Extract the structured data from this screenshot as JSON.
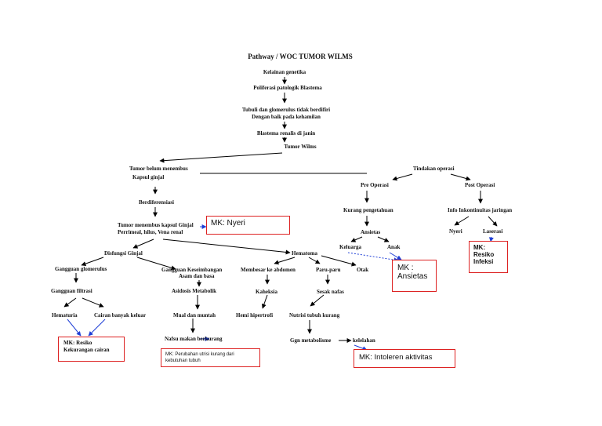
{
  "title": "Pathway / WOC TUMOR WILMS",
  "nodes": {
    "kelainan": "Kelainan genetika",
    "poliferasi": "Poliferasi patologik Blastema",
    "tubuli_1": "Tubuli dan glomerulus tidak berdifiri",
    "tubuli_2": "Dengan baik pada kehamilan",
    "blastema": "Blastema renalis di janin",
    "tumor_wilms": "Tumor Wilms",
    "belum_1": "Tumor belum menembus",
    "belum_2": "Kapsul ginjal",
    "berdiferensiasi": "Berdiferensiasi",
    "menembus_1": "Tumor menembus kapsul Ginjal",
    "menembus_2": "Perrimeal, hilus, Vena renal",
    "disfungsi": "Disfungsi Ginjal",
    "gangguan_glom": "Gangguan glomerulus",
    "gangguan_filtrasi": "Gangguan filtrasi",
    "hematuria": "Hematuria",
    "cairan_keluar": "Cairan banyak keluar",
    "gangguan_keseimbangan_1": "Gangguan Keseimbangan",
    "gangguan_keseimbangan_2": "Asam dan basa",
    "asidosis": "Asidosis Metabolik",
    "mual": "Mual dan muntah",
    "nafsu": "Nafsu makan berkurang",
    "hematoma": "Hematoma",
    "membesar": "Membesar ke abdomen",
    "paru": "Paru-paru",
    "otak": "Otak",
    "kaheksia": "Kaheksia",
    "sesak": "Sesak nafas",
    "hemi": "Hemi hipertrofi",
    "nutrisi": "Nutrisi tubuh kurang",
    "gangguan_metabolisme": "Ggn metabolisme",
    "kelelahan": "kelelahan",
    "tindakan": "Tindakan operasi",
    "pre_operasi": "Pre Operasi",
    "post_operasi": "Post Operasi",
    "kurang_pengetahuan": "Kurang pengetahuan",
    "ansietas": "Ansietas",
    "keluarga": "Keluarga",
    "anak": "Anak",
    "info_inkontinuitas": "Info Inkontinuitas jaringan",
    "nyeri": "Nyeri",
    "laserasi": "Laserasi"
  },
  "mk": {
    "nyeri": "MK: Nyeri",
    "ansietas_1": "MK :",
    "ansietas_2": "Ansietas",
    "resiko_infeksi_1": "MK:",
    "resiko_infeksi_2": "Resiko",
    "resiko_infeksi_3": "Infeksi",
    "cairan_1": "MK: Resiko",
    "cairan_2": "Kekurangan cairan",
    "nutrisi": "MK: Perubahan utrisi kurang dari kebutuhan tubuh",
    "intoleren": "MK: Intoleren aktivitas"
  },
  "colors": {
    "box_border": "#dd2222",
    "arrow_black": "#000000",
    "arrow_blue": "#1f3fd6"
  }
}
